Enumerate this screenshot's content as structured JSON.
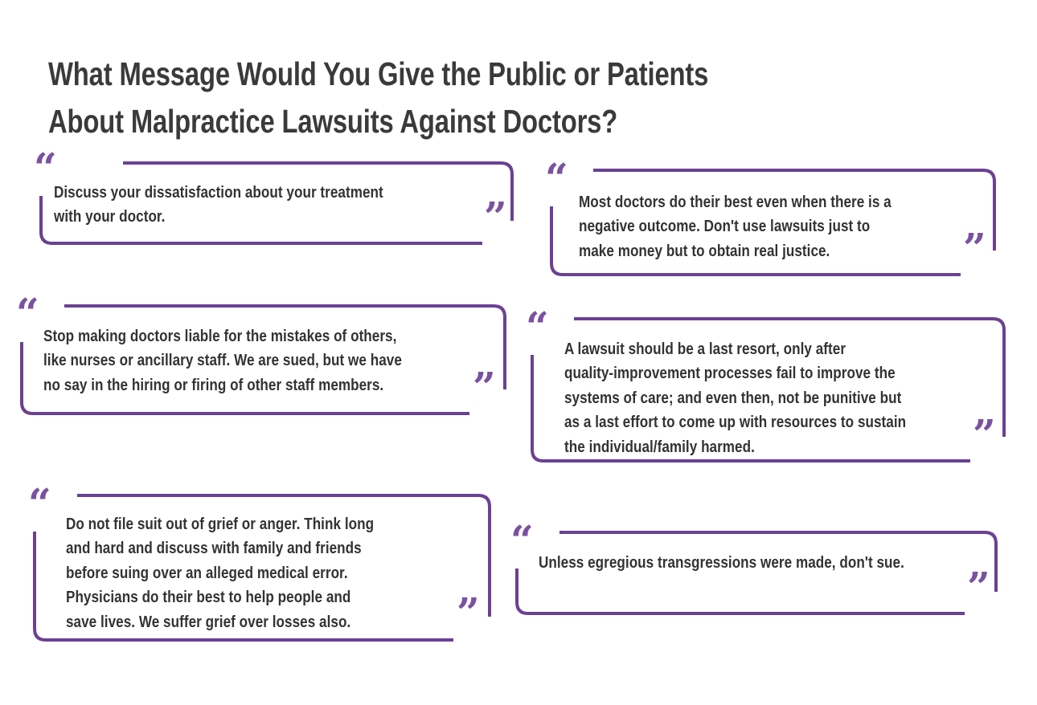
{
  "page": {
    "title_line1": "What Message Would You Give the Public or Patients",
    "title_line2": "About Malpractice Lawsuits Against Doctors?",
    "title": "What Message Would You Give the Public or Patients\nAbout Malpractice Lawsuits Against Doctors?",
    "background_color": "#FFFFFF",
    "title_color": "#3A3A3A",
    "accent_color": "#6B4193",
    "quote_glyph_color": "#7A52A1",
    "body_text_color": "#333333",
    "open_quote_glyph": "“",
    "close_quote_glyph": "”"
  },
  "quotes": [
    {
      "id": "quote-1",
      "text": "Discuss your dissatisfaction about your treatment\nwith your doctor."
    },
    {
      "id": "quote-2",
      "text": "Most doctors do their best even when there is a\nnegative outcome. Don't use lawsuits just to\nmake money but to obtain real justice."
    },
    {
      "id": "quote-3",
      "text": "Stop making doctors liable for the mistakes of others,\nlike nurses or ancillary staff. We are sued, but we have\nno say in the hiring or firing of other staff members."
    },
    {
      "id": "quote-4",
      "text": "A lawsuit should be a last resort, only after\nquality-improvement processes fail to improve the\nsystems of care; and even then, not be punitive but\nas a last effort to come up with resources to sustain\nthe individual/family harmed."
    },
    {
      "id": "quote-5",
      "text": "Do not file suit out of grief or anger. Think long\nand hard and discuss with family and friends\nbefore suing over an alleged medical error.\nPhysicians do their best to help people and\nsave lives. We suffer grief over losses also."
    },
    {
      "id": "quote-6",
      "text": "Unless egregious transgressions were made, don't sue."
    }
  ]
}
